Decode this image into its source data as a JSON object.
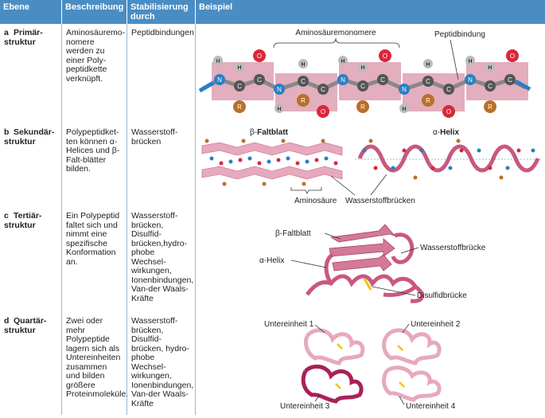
{
  "headers": {
    "ebene": "Ebene",
    "beschreibung": "Beschreibung",
    "stabilisierung": "Stabilisierung durch",
    "beispiel": "Beispiel"
  },
  "rows": [
    {
      "letter": "a",
      "name": "Primär-struktur",
      "desc": "Aminosäuremo-nomere werden zu einer Poly-peptidkette verknüpft.",
      "stab": "Peptidbindungen",
      "labels": {
        "monomere": "Aminosäuremonomere",
        "bindung": "Peptidbindung"
      }
    },
    {
      "letter": "b",
      "name": "Sekundär-struktur",
      "desc": "Polypeptidket-ten können α-Helices und β-Falt-blätter bilden.",
      "stab": "Wasserstoff-brücken",
      "labels": {
        "faltblatt_prefix": "β-",
        "faltblatt": "Faltblatt",
        "helix_prefix": "α-",
        "helix": "Helix",
        "aminosaeure": "Aminosäure",
        "wasserstoff": "Wasserstoffbrücken"
      }
    },
    {
      "letter": "c",
      "name": "Tertiär-struktur",
      "desc": "Ein Polypeptid faltet sich und nimmt eine spezifische Konformation an.",
      "stab": "Wasserstoff-brücken, Disulfid-brücken,hydro-phobe Wechsel-wirkungen, Ionenbindungen, Van-der Waals-Kräfte",
      "labels": {
        "faltblatt": "β-Faltblatt",
        "helix": "α-Helix",
        "wasserstoff": "Wasserstoffbrücke",
        "disulfid": "Disulfidbrücke"
      }
    },
    {
      "letter": "d",
      "name": "Quartär-struktur",
      "desc": "Zwei oder mehr Polypeptide lagern sich als Untereinheiten zusammen und bilden größere Proteinmoleküle.",
      "stab": "Wasserstoff-brücken, Disulfid-brücken, hydro-phobe Wechsel-wirkungen, Ionenbindungen, Van-der Waals-Kräfte",
      "labels": {
        "u1": "Untereinheit 1",
        "u2": "Untereinheit 2",
        "u3": "Untereinheit 3",
        "u4": "Untereinheit 4"
      }
    }
  ],
  "atoms": {
    "h": "H",
    "n": "N",
    "c": "C",
    "o": "O",
    "r": "R"
  },
  "colors": {
    "header": "#4a8dc3",
    "ribbon": "#c9587e",
    "ribbon_light": "#e6a9bd",
    "nitrogen": "#2a7fc4",
    "oxygen": "#d9283b",
    "carbon": "#555555",
    "rgroup": "#b8702a"
  }
}
